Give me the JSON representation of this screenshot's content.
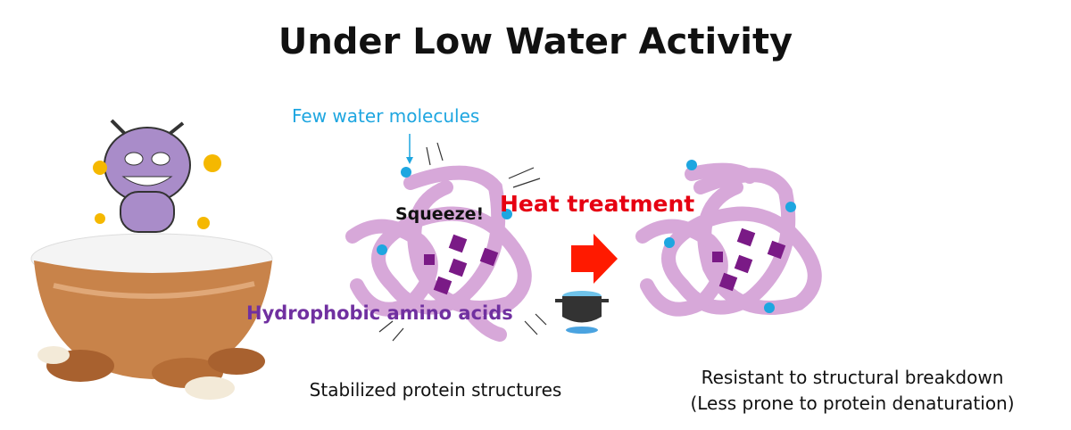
{
  "title": "Under Low Water Activity",
  "labels": {
    "few_water": "Few water molecules",
    "squeeze": "Squeeze!",
    "heat": "Heat treatment",
    "hydrophobic": "Hydrophobic amino acids",
    "stabilized": "Stabilized protein structures",
    "resistant_line1": "Resistant to structural breakdown",
    "resistant_line2": "(Less prone to protein denaturation)"
  },
  "colors": {
    "protein": "#d7a8d9",
    "hydrophobic": "#7a1a86",
    "water": "#1ea6e0",
    "arrow": "#ff1a00",
    "bowl": "#c8834a"
  }
}
